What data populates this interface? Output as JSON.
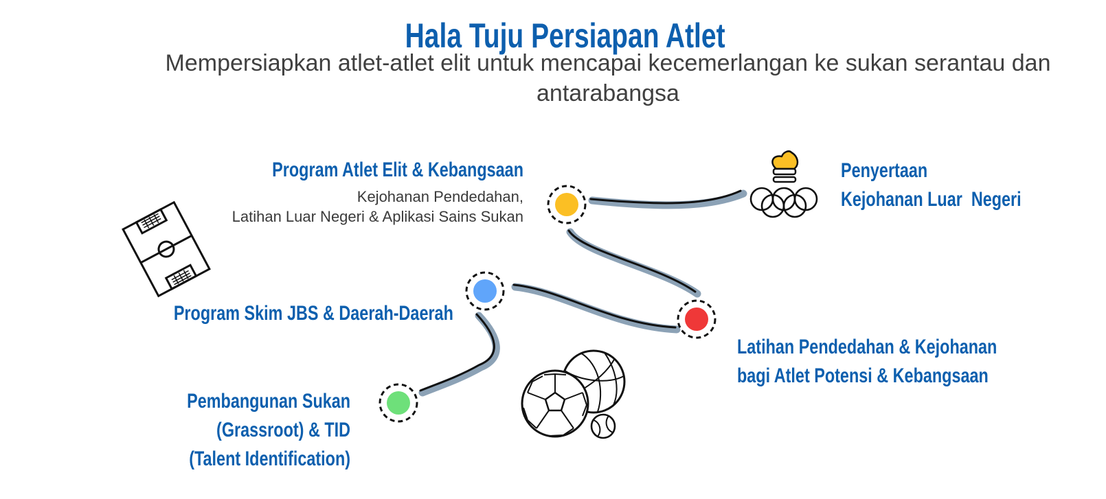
{
  "title": "Hala Tuju Persiapan Atlet",
  "subtitle": "Mempersiapkan atlet-atlet elit untuk mencapai kecemerlangan ke sukan serantau dan antarabangsa",
  "milestones": [
    {
      "id": "penyertaan",
      "lines": [
        "Penyertaan",
        "Kejohanan Luar  Negeri"
      ],
      "icon": "olympic-torch-rings-icon"
    },
    {
      "id": "elit",
      "lines": [
        "Program Atlet Elit & Kebangsaan"
      ],
      "details": [
        "Kejohanan Pendedahan,",
        "Latihan Luar Negeri & Aplikasi Sains Sukan"
      ],
      "node_color": "#fbbf24",
      "icon": "football-field-icon"
    },
    {
      "id": "latihan",
      "lines": [
        "Latihan Pendedahan & Kejohanan",
        "bagi Atlet Potensi & Kebangsaan"
      ],
      "node_color": "#ef3838"
    },
    {
      "id": "skim",
      "lines": [
        "Program Skim JBS & Daerah-Daerah"
      ],
      "node_color": "#60a5fa"
    },
    {
      "id": "grassroot",
      "lines": [
        "Pembangunan Sukan",
        "(Grassroot) & TID",
        "(Talent Identification)"
      ],
      "node_color": "#6ee07a",
      "icon": "sports-balls-icon"
    }
  ],
  "colors": {
    "heading": "#0d5fae",
    "path_shadow": "#8ca2b6",
    "path_line": "#111111"
  }
}
